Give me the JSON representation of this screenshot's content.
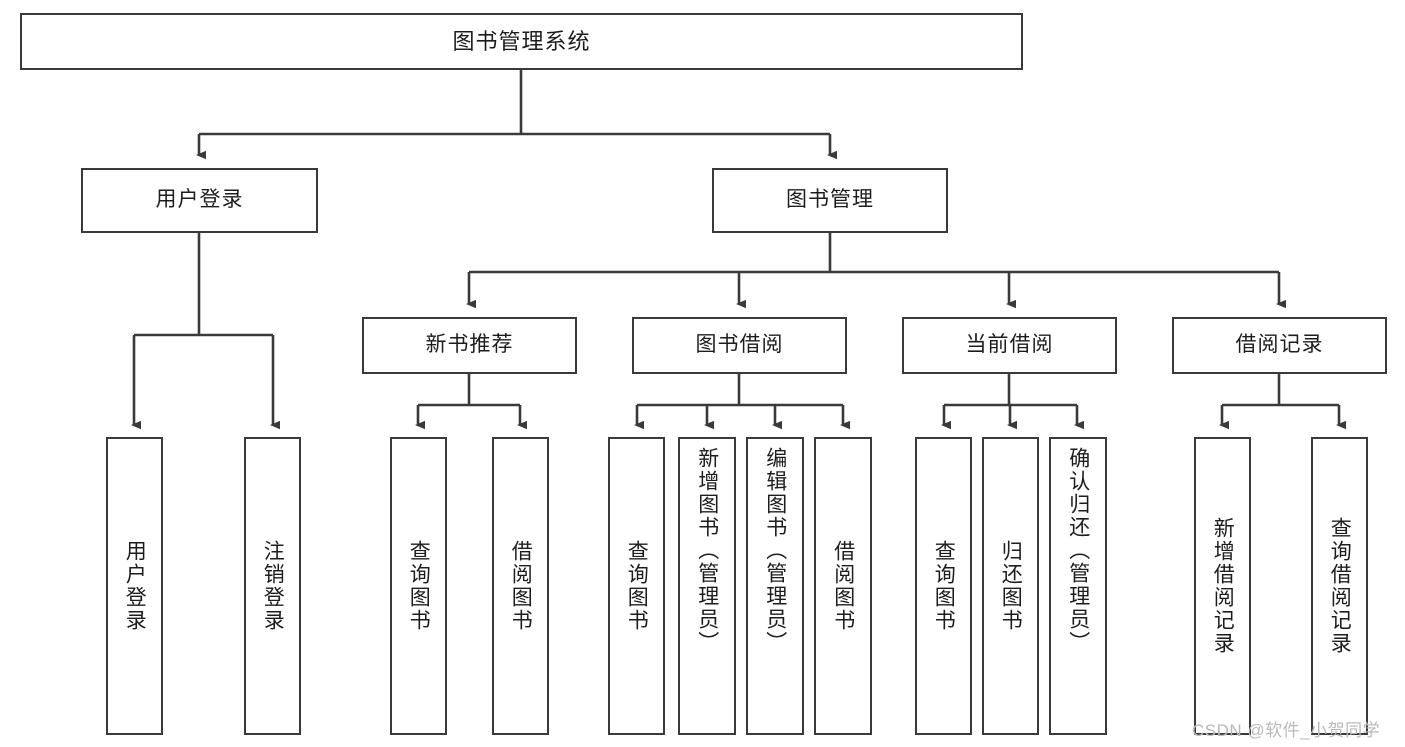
{
  "diagram": {
    "title": "图书管理系统",
    "type": "tree",
    "colors": {
      "box_border": "#3a3a3a",
      "box_fill": "#ffffff",
      "connector": "#3a3a3a",
      "text": "#1d1d1d",
      "watermark": "#b9b9b9"
    },
    "root": {
      "label": "图书管理系统"
    },
    "level1": [
      {
        "id": "user-login",
        "label": "用户登录"
      },
      {
        "id": "book-management",
        "label": "图书管理"
      }
    ],
    "level2": [
      {
        "id": "new-book-recommend",
        "label": "新书推荐"
      },
      {
        "id": "book-borrow",
        "label": "图书借阅"
      },
      {
        "id": "current-borrow",
        "label": "当前借阅"
      },
      {
        "id": "borrow-record",
        "label": "借阅记录"
      }
    ],
    "leaves": {
      "user_login": [
        {
          "id": "leaf-user-login",
          "label": "用户登录"
        },
        {
          "id": "leaf-logout",
          "label": "注销登录"
        }
      ],
      "new_book_recommend": [
        {
          "id": "leaf-query-book-1",
          "label": "查询图书"
        },
        {
          "id": "leaf-borrow-book-1",
          "label": "借阅图书"
        }
      ],
      "book_borrow": [
        {
          "id": "leaf-query-book-2",
          "label": "查询图书"
        },
        {
          "id": "leaf-add-book",
          "label": "新增图书（管理员）"
        },
        {
          "id": "leaf-edit-book",
          "label": "编辑图书（管理员）"
        },
        {
          "id": "leaf-borrow-book-2",
          "label": "借阅图书"
        }
      ],
      "current_borrow": [
        {
          "id": "leaf-query-book-3",
          "label": "查询图书"
        },
        {
          "id": "leaf-return-book",
          "label": "归还图书"
        },
        {
          "id": "leaf-confirm-return",
          "label": "确认归还（管理员）"
        }
      ],
      "borrow_record": [
        {
          "id": "leaf-add-record",
          "label": "新增借阅记录"
        },
        {
          "id": "leaf-query-record",
          "label": "查询借阅记录"
        }
      ]
    }
  },
  "watermark": {
    "text": "CSDN @软件_小贺同学"
  }
}
